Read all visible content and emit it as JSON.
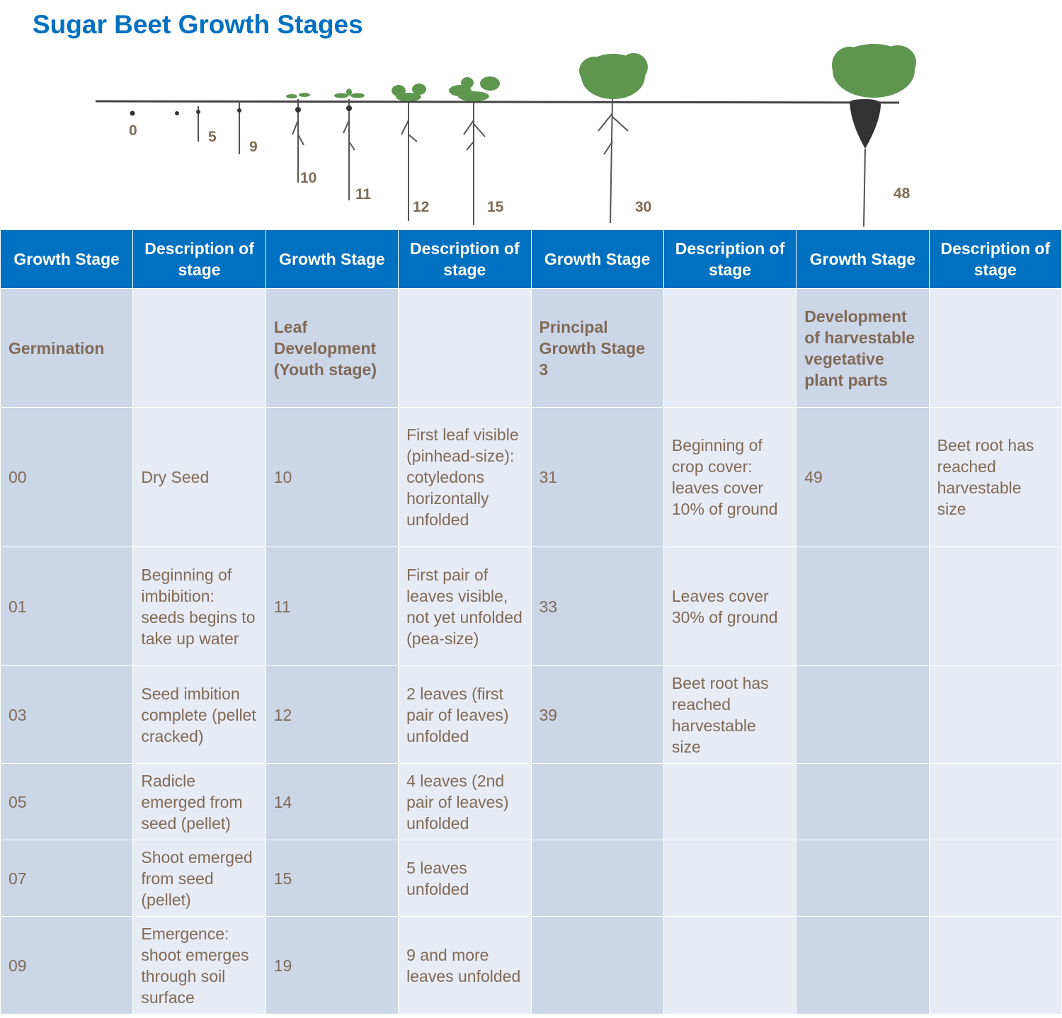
{
  "title": "Sugar Beet Growth Stages",
  "illustration_labels": [
    "0",
    "5",
    "9",
    "10",
    "11",
    "12",
    "15",
    "30",
    "48"
  ],
  "colors": {
    "header": "#0070C0",
    "text": "#7F6A57",
    "leaf": "#5E9650"
  },
  "table": {
    "headers": [
      "Growth Stage",
      "Description of stage",
      "Growth Stage",
      "Description of stage",
      "Growth Stage",
      "Description of stage",
      "Growth Stage",
      "Description of stage"
    ],
    "principal_row": [
      "Germination",
      "",
      "Leaf Development (Youth stage)",
      "",
      "Principal Growth Stage 3",
      "",
      "Development of harvestable vegetative plant parts",
      ""
    ],
    "rows": [
      [
        "00",
        "Dry Seed",
        "10",
        "First leaf visible (pinhead-size): cotyledons horizontally unfolded",
        "31",
        "Beginning of crop cover: leaves cover 10% of ground",
        "49",
        "Beet root has reached harvestable size"
      ],
      [
        "01",
        "Beginning of imbibition: seeds begins to take up water",
        "11",
        "First pair of leaves visible, not yet unfolded (pea-size)",
        "33",
        "Leaves cover 30% of ground",
        "",
        ""
      ],
      [
        "03",
        "Seed imbition complete (pellet cracked)",
        "12",
        "2 leaves (first pair of leaves) unfolded",
        "39",
        "Beet root has reached harvestable size",
        "",
        ""
      ],
      [
        "05",
        "Radicle emerged from seed (pellet)",
        "14",
        "4 leaves (2nd pair of leaves) unfolded",
        "",
        "",
        "",
        ""
      ],
      [
        "07",
        "Shoot emerged from seed (pellet)",
        "15",
        "5 leaves unfolded",
        "",
        "",
        "",
        ""
      ],
      [
        "09",
        "Emergence: shoot emerges through soil surface",
        "19",
        "9 and more leaves unfolded",
        "",
        "",
        "",
        ""
      ]
    ]
  }
}
